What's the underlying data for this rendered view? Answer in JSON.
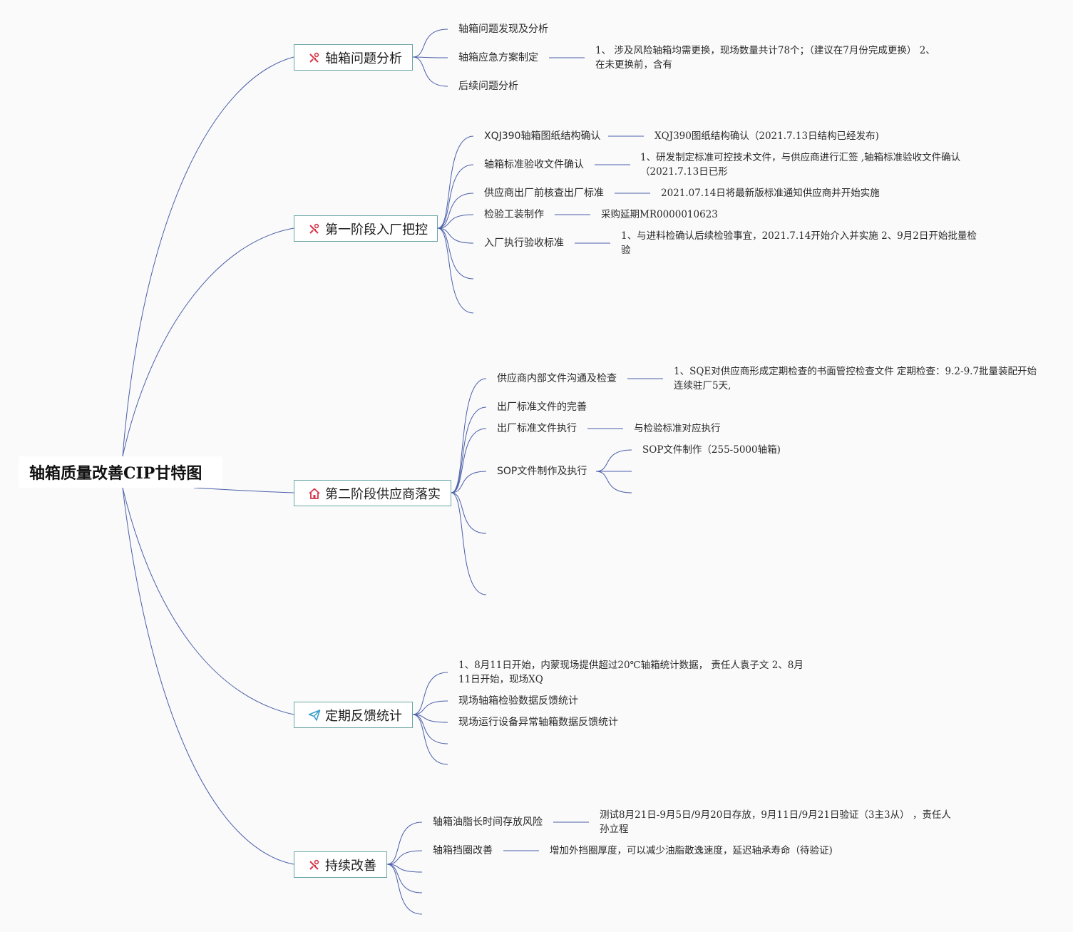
{
  "root": {
    "label": "轴箱质量改善CIP甘特图"
  },
  "colors": {
    "link": "#4a5fa8",
    "node_border": "#6aa6a5",
    "icon_red": "#d6364a",
    "icon_blue": "#3aa0c9"
  },
  "branches": [
    {
      "label": "轴箱问题分析",
      "icon": "tools-icon",
      "items": [
        {
          "label": "轴箱问题发现及分析"
        },
        {
          "label": "轴箱应急方案制定",
          "detail": "1、 涉及风险轴箱均需更换，现场数量共计78个；（建议在7月份完成更换） 2、在未更换前，含有"
        },
        {
          "label": "后续问题分析"
        }
      ]
    },
    {
      "label": "第一阶段入厂把控",
      "icon": "tools-icon",
      "items": [
        {
          "label": "XQJ390轴箱图纸结构确认",
          "detail": "XQJ390图纸结构确认（2021.7.13日结构已经发布)"
        },
        {
          "label": "轴箱标准验收文件确认",
          "detail": "1、研发制定标准可控技术文件，与供应商进行汇签 ,轴箱标准验收文件确认（2021.7.13日已形"
        },
        {
          "label": "供应商出厂前核查出厂标准",
          "detail": "2021.07.14日将最新版标准通知供应商并开始实施"
        },
        {
          "label": "检验工装制作",
          "detail": "采购延期MR0000010623"
        },
        {
          "label": "入厂执行验收标准",
          "detail": "1、与进料检确认后续检验事宜，2021.7.14开始介入并实施 2、9月2日开始批量检验"
        }
      ]
    },
    {
      "label": "第二阶段供应商落实",
      "icon": "home-icon",
      "items": [
        {
          "label": "供应商内部文件沟通及检查",
          "detail": "1、SQE对供应商形成定期检查的书面管控检查文件 定期检查：9.2-9.7批量装配开始连续驻厂5天,"
        },
        {
          "label": "出厂标准文件的完善"
        },
        {
          "label": "出厂标准文件执行",
          "detail": "与检验标准对应执行"
        },
        {
          "label": "SOP文件制作及执行",
          "detail": "SOP文件制作（255-5000轴箱)"
        }
      ]
    },
    {
      "label": "定期反馈统计",
      "icon": "send-icon",
      "items": [
        {
          "label": "1、8月11日开始，内蒙现场提供超过20℃轴箱统计数据， 责任人袁子文 2、8月11日开始，现场XQ"
        },
        {
          "label": "现场轴箱检验数据反馈统计"
        },
        {
          "label": "现场运行设备异常轴箱数据反馈统计"
        }
      ]
    },
    {
      "label": "持续改善",
      "icon": "tools-icon",
      "items": [
        {
          "label": "轴箱油脂长时间存放风险",
          "detail": "测试8月21日-9月5日/9月20日存放，9月11日/9月21日验证（3主3从） ，责任人孙立程"
        },
        {
          "label": "轴箱挡圈改善",
          "detail": "增加外挡圈厚度，可以减少油脂散逸速度，延迟轴承寿命（待验证)"
        }
      ]
    }
  ]
}
